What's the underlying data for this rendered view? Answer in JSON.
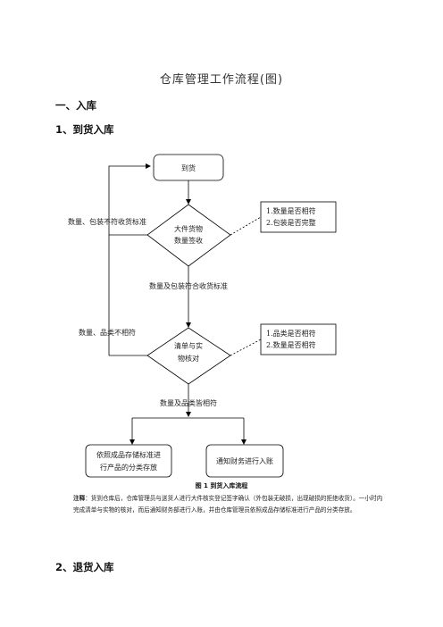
{
  "doc": {
    "title": "仓库管理工作流程(图)",
    "section1": "一、入库",
    "section1_1": "1、到货入库",
    "section1_2": "2、退货入库"
  },
  "flowchart": {
    "start": "到货",
    "decision1_line1": "大件货物",
    "decision1_line2": "数量签收",
    "check1_line1": "1.数量是否相符",
    "check1_line2": "2.包装是否完整",
    "fail1": "数量、包装不符收货标准",
    "pass1": "数量及包装符合收货标准",
    "decision2_line1": "清单与实",
    "decision2_line2": "物核对",
    "check2_line1": "1.品类是否相符",
    "check2_line2": "2.数量是否相符",
    "fail2": "数量、品类不相符",
    "pass2": "数量及品类皆相符",
    "end1_line1": "依照成品存储标准进",
    "end1_line2": "行产品的分类存放",
    "end2": "通知财务进行入账"
  },
  "caption": "图 1 到货入库流程",
  "note": {
    "label": "注释",
    "text": "：货到仓库后，仓库管理员与送货人进行大件核实登记签字确认（外包装无破损，出现破损的拒绝收货）。一小时内完成清单与实物的核对，而后通知财务部进行入账，并由仓库管理员依照成品存储标准进行产品的分类存放。"
  }
}
